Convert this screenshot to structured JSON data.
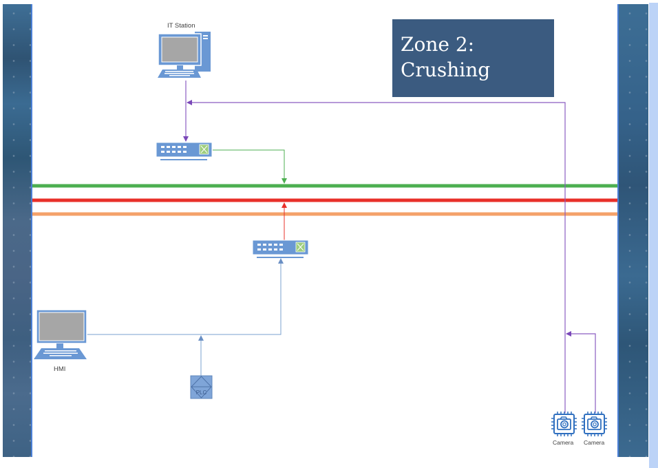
{
  "zone": {
    "title_line1": "Zone 2:",
    "title_line2": "Crushing",
    "background": "#3b5b80"
  },
  "devices": {
    "it_station": {
      "label": "IT Station",
      "icon": "desktop-computer-icon"
    },
    "hmi": {
      "label": "HMI",
      "icon": "desktop-computer-icon"
    },
    "plc": {
      "label": "PLC",
      "icon": "plc-icon"
    },
    "switch_top": {
      "icon": "network-switch-icon"
    },
    "switch_bottom": {
      "icon": "network-switch-icon"
    },
    "camera_1": {
      "label": "Camera",
      "icon": "camera-chip-icon"
    },
    "camera_2": {
      "label": "Camera",
      "icon": "camera-chip-icon"
    }
  },
  "buses": [
    {
      "name": "green-bus",
      "color": "#4caf50"
    },
    {
      "name": "red-bus",
      "color": "#e8302a"
    },
    {
      "name": "orange-bus",
      "color": "#f4a16a"
    }
  ],
  "colors": {
    "device_blue": "#6a98d4",
    "device_screen": "#a6a6a6",
    "switch_port_green": "#9fce7e",
    "purple_link": "#8a5cc0",
    "green_link": "#4caf50",
    "red_link": "#e8302a",
    "blue_link": "#7aa0cf"
  }
}
